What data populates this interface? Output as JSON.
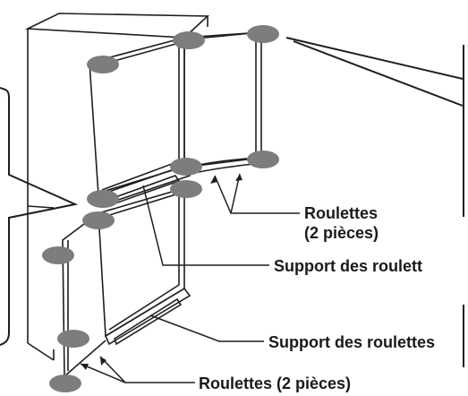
{
  "labels": {
    "roulettes_upper_line1": "Roulettes",
    "roulettes_upper_line2": "(2 pièces)",
    "support_upper": "Support des roulett",
    "support_lower": "Support des roulettes",
    "roulettes_lower": "Roulettes (2 pièces)"
  },
  "colors": {
    "line": "#1e1e1e",
    "hinge_marker": "#7d7d7d",
    "background": "#ffffff"
  }
}
